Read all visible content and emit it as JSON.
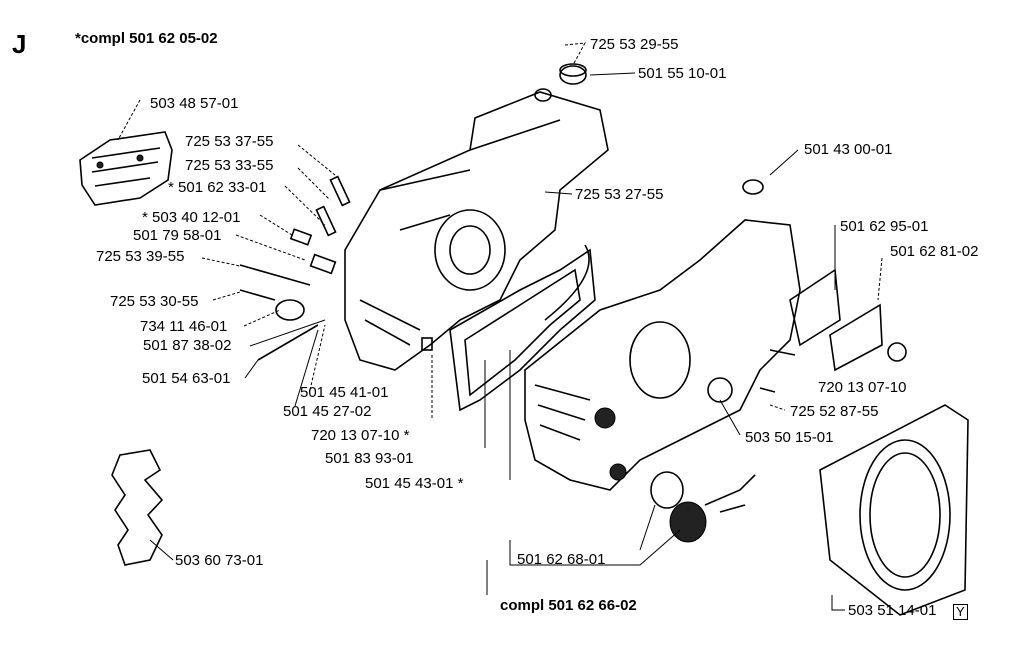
{
  "section_letter": "J",
  "assemblies": {
    "top": "*compl 501 62 05-02",
    "bottom": "compl 501 62 66-02"
  },
  "parts": [
    "725 53 29-55",
    "501 55 10-01",
    "503 48 57-01",
    "725 53 37-55",
    "725 53 33-55",
    "* 501 62 33-01",
    "725 53 27-55",
    "501 43 00-01",
    "* 503 40 12-01",
    "501 79 58-01",
    "501 62 95-01",
    "725 53 39-55",
    "501 62 81-02",
    "725 53 30-55",
    "734 11 46-01",
    "501 87 38-02",
    "501 54 63-01",
    "501 45 41-01",
    "501 45 27-02",
    "720 13 07-10",
    "725 52 87-55",
    "720 13 07-10 *",
    "503 50 15-01",
    "501 83 93-01",
    "501 45 43-01 *",
    "503 60 73-01",
    "501 62 68-01",
    "503 51 14-01"
  ],
  "revision_mark": "Y"
}
